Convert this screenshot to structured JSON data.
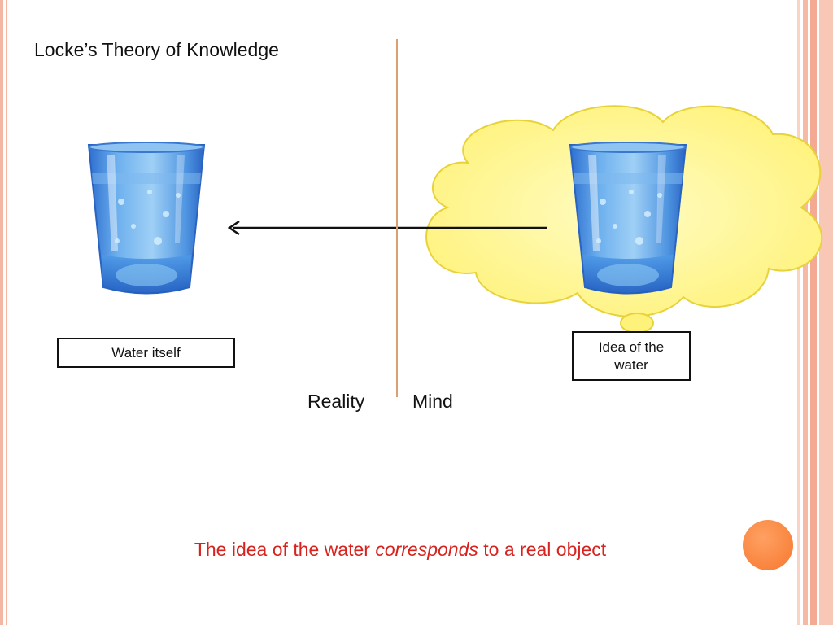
{
  "slide": {
    "title": "Locke’s Theory of Knowledge",
    "labels": {
      "water_itself": "Water itself",
      "idea_of_water": "Idea of the water",
      "reality": "Reality",
      "mind": "Mind"
    },
    "caption": {
      "before": "The idea of the water ",
      "emphasis": "corresponds",
      "after": " to a real object"
    }
  },
  "colors": {
    "caption_text": "#d8221d",
    "divider": "#dca070",
    "cloud_fill": "#fff48a",
    "cloud_stroke": "#e8d23a",
    "glass_water": "#3d86dc",
    "accent_dot": "#f6782e"
  }
}
